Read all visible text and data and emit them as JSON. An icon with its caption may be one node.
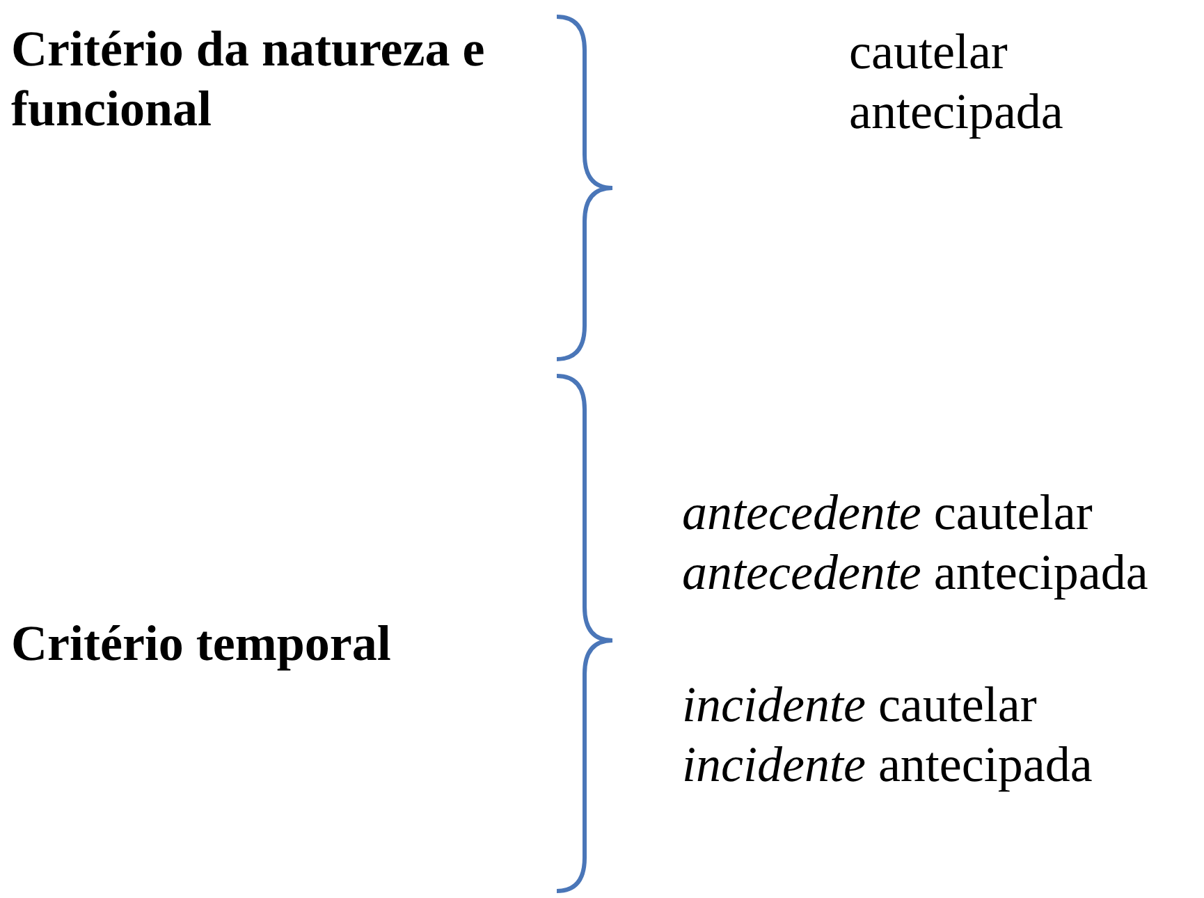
{
  "diagram": {
    "labels": [
      "Critério da natureza e funcional",
      "cautelar",
      "antecipada",
      "Critério temporal",
      "*antecedente* cautelar",
      "*antecedente* antecipada",
      "*incidente* cautelar",
      "*incidente* antecipada"
    ]
  }
}
